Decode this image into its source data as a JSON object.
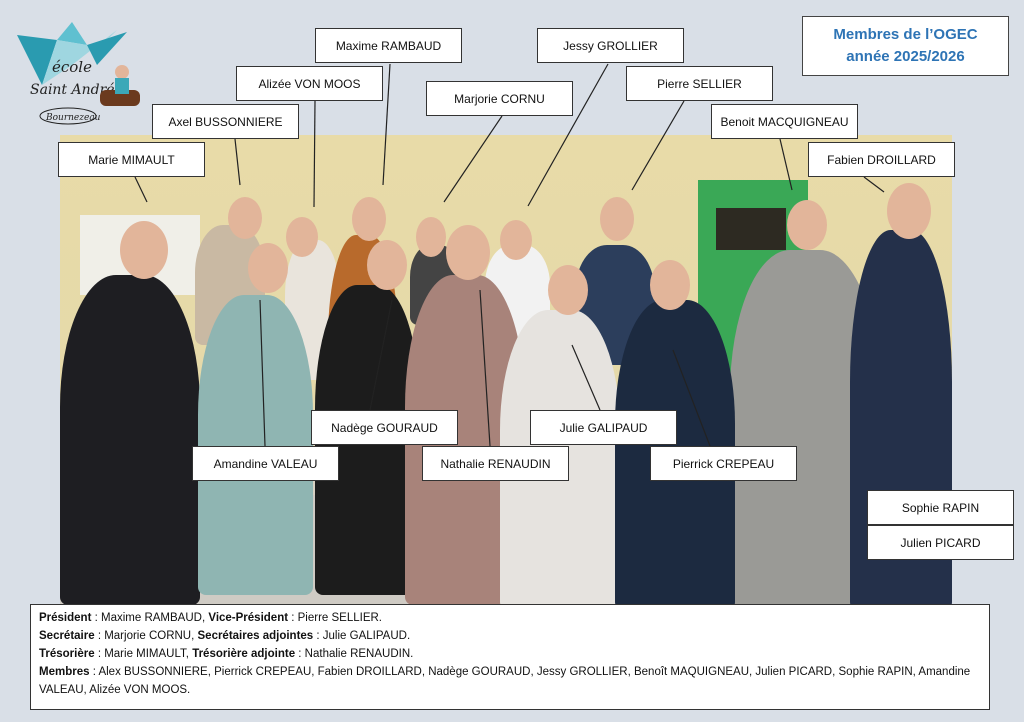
{
  "logo": {
    "line1": "école",
    "line2": "Saint André",
    "line3": "Bournezeau"
  },
  "title": {
    "line1": "Membres de l’OGEC",
    "line2": "année 2025/2026"
  },
  "labels": {
    "maxime": "Maxime RAMBAUD",
    "jessy": "Jessy GROLLIER",
    "alizee": "Alizée VON MOOS",
    "marjorie": "Marjorie CORNU",
    "pierre": "Pierre SELLIER",
    "axel": "Axel BUSSONNIERE",
    "benoit": "Benoit MACQUIGNEAU",
    "marie": "Marie MIMAULT",
    "fabien": "Fabien DROILLARD",
    "nadege": "Nadège GOURAUD",
    "amandine": "Amandine VALEAU",
    "nathalie": "Nathalie RENAUDIN",
    "julie": "Julie GALIPAUD",
    "pierrick": "Pierrick CREPEAU",
    "sophie": "Sophie RAPIN",
    "julien": "Julien PICARD"
  },
  "roles": {
    "president_label": "Président",
    "president": " : Maxime RAMBAUD, ",
    "vp_label": "Vice-Président",
    "vp": " : Pierre SELLIER.",
    "secretaire_label": "Secrétaire",
    "secretaire": " : Marjorie CORNU, ",
    "sec_adj_label": "Secrétaires adjointes",
    "sec_adj": " : Julie GALIPAUD.",
    "tresoriere_label": "Trésorière",
    "tresoriere": " : Marie MIMAULT, ",
    "tres_adj_label": "Trésorière adjointe",
    "tres_adj": " : Nathalie RENAUDIN.",
    "membres_label": "Membres",
    "membres": " : Alex BUSSONNIERE, Pierrick CREPEAU, Fabien DROILLARD, Nadège GOURAUD, Jessy GROLLIER, Benoît MAQUIGNEAU, Julien PICARD, Sophie RAPIN, Amandine VALEAU, Alizée VON MOOS."
  }
}
